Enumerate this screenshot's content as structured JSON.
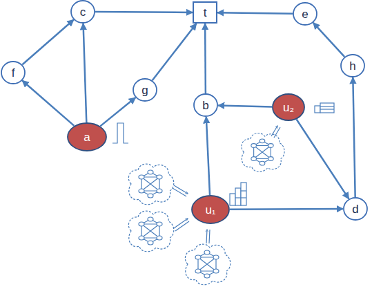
{
  "diagram": {
    "nodes": [
      {
        "text": [
          "c"
        ]
      },
      {
        "text": [
          "t"
        ]
      },
      {
        "text": [
          "e"
        ]
      },
      {
        "text": [
          "h"
        ]
      },
      {
        "text": [
          "f"
        ]
      },
      {
        "text": [
          "g"
        ]
      },
      {
        "text": [
          "b"
        ]
      },
      {
        "text": [
          "u₂"
        ]
      },
      {
        "text": [
          "a"
        ]
      },
      {
        "text": [
          "u₁"
        ]
      },
      {
        "text": [
          "d"
        ]
      }
    ],
    "edges": [
      {
        "from": 8,
        "to": 4,
        "arrow": "to"
      },
      {
        "from": 4,
        "to": 0,
        "arrow": "to"
      },
      {
        "from": 8,
        "to": 0,
        "arrow": "to"
      },
      {
        "from": 8,
        "to": 5,
        "arrow": "to"
      },
      {
        "from": 5,
        "to": 1,
        "arrow": "to"
      },
      {
        "from": 0,
        "to": 1,
        "arrow": "to"
      },
      {
        "from": 2,
        "to": 1,
        "arrow": "to"
      },
      {
        "from": 3,
        "to": 2,
        "arrow": "to"
      },
      {
        "from": 10,
        "to": 3,
        "arrow": "to"
      },
      {
        "from": 7,
        "to": 10,
        "arrow": "to"
      },
      {
        "from": 7,
        "to": 6,
        "arrow": "to"
      },
      {
        "from": 6,
        "to": 1,
        "arrow": "to"
      },
      {
        "from": 9,
        "to": 6,
        "arrow": "to"
      },
      {
        "from": 9,
        "to": 10,
        "arrow": "to"
      }
    ]
  }
}
